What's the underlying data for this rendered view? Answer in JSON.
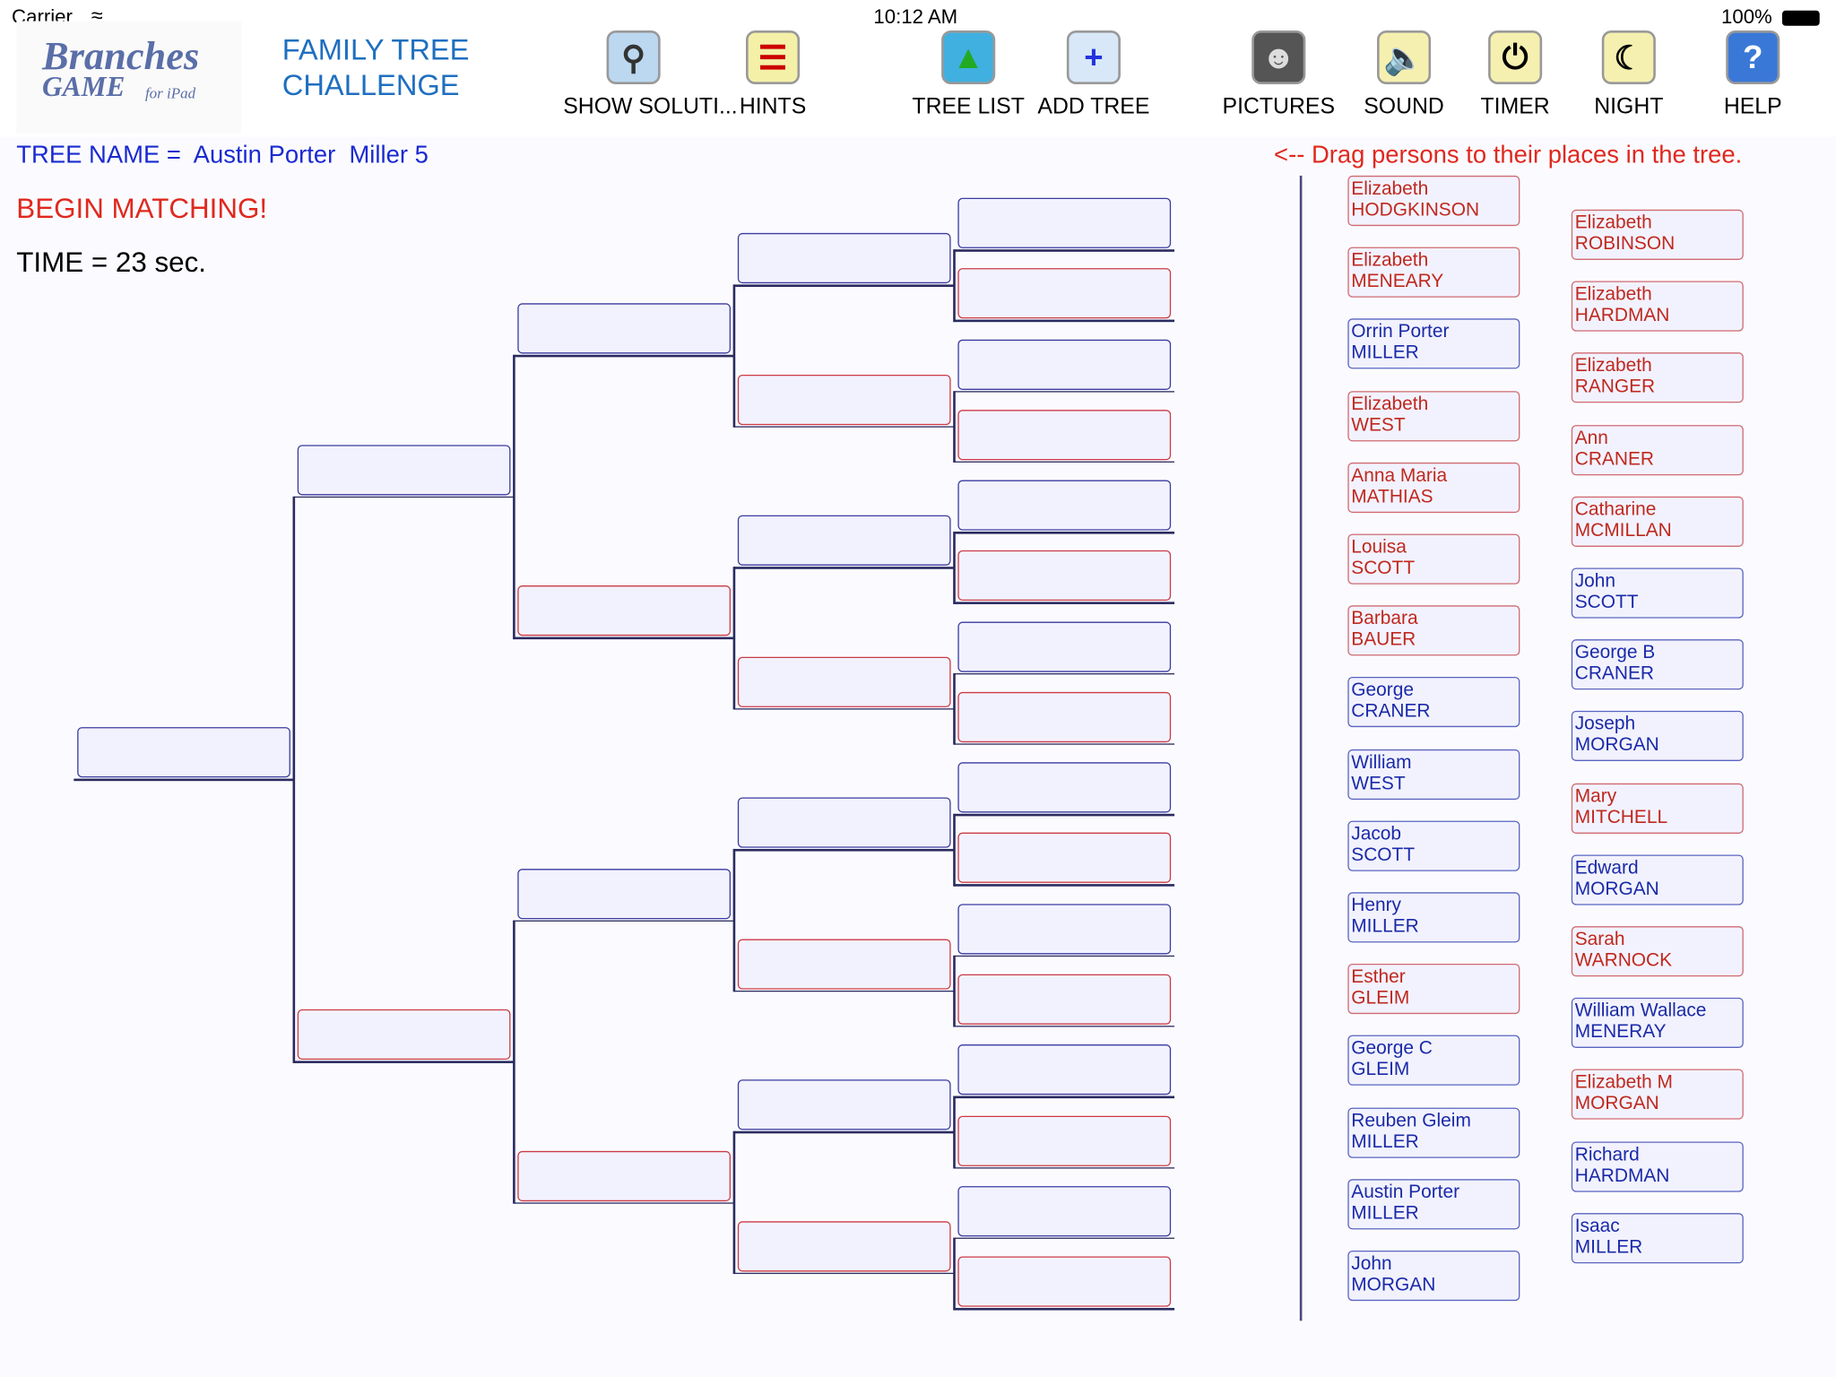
{
  "status_bar": {
    "carrier": "Carrier",
    "time": "10:12 AM",
    "battery": "100%"
  },
  "logo": {
    "line1": "Branches",
    "line2": "GAME",
    "line3": "for iPad"
  },
  "header": {
    "title_line1": "FAMILY TREE",
    "title_line2": "CHALLENGE"
  },
  "toolbar": [
    {
      "label": "SHOW SOLUTI...",
      "icon": "magnifier-icon"
    },
    {
      "label": "HINTS",
      "icon": "hints-icon"
    },
    {
      "label": "TREE LIST",
      "icon": "tree-list-icon"
    },
    {
      "label": "ADD TREE",
      "icon": "plus-icon"
    },
    {
      "label": "PICTURES",
      "icon": "portrait-icon"
    },
    {
      "label": "SOUND",
      "icon": "speaker-icon"
    },
    {
      "label": "TIMER",
      "icon": "power-timer-icon"
    },
    {
      "label": "NIGHT",
      "icon": "night-moon-icon"
    },
    {
      "label": "HELP",
      "icon": "question-icon"
    }
  ],
  "tree_name_label": "TREE NAME =  Austin Porter  Miller 5",
  "instruction": "<-- Drag persons to their places in the tree.",
  "begin_message": "BEGIN MATCHING!",
  "timer_text": "TIME = 23 sec.",
  "colors": {
    "male": "#1a2aa8",
    "female": "#c0281e",
    "accent": "#1f6fc0"
  },
  "persons_col1": [
    {
      "first": "Elizabeth",
      "last": "HODGKINSON",
      "sex": "f"
    },
    {
      "first": "Elizabeth",
      "last": "MENEARY",
      "sex": "f"
    },
    {
      "first": "Orrin Porter",
      "last": "MILLER",
      "sex": "m"
    },
    {
      "first": "Elizabeth",
      "last": "WEST",
      "sex": "f"
    },
    {
      "first": "Anna Maria",
      "last": "MATHIAS",
      "sex": "f"
    },
    {
      "first": "Louisa",
      "last": "SCOTT",
      "sex": "f"
    },
    {
      "first": "Barbara",
      "last": "BAUER",
      "sex": "f"
    },
    {
      "first": "George",
      "last": "CRANER",
      "sex": "m"
    },
    {
      "first": "William",
      "last": "WEST",
      "sex": "m"
    },
    {
      "first": "Jacob",
      "last": "SCOTT",
      "sex": "m"
    },
    {
      "first": "Henry",
      "last": "MILLER",
      "sex": "m"
    },
    {
      "first": "Esther",
      "last": "GLEIM",
      "sex": "f"
    },
    {
      "first": "George C",
      "last": "GLEIM",
      "sex": "m"
    },
    {
      "first": "Reuben Gleim",
      "last": "MILLER",
      "sex": "m"
    },
    {
      "first": "Austin Porter",
      "last": "MILLER",
      "sex": "m"
    },
    {
      "first": "John",
      "last": "MORGAN",
      "sex": "m"
    }
  ],
  "persons_col2": [
    {
      "first": "Elizabeth",
      "last": "ROBINSON",
      "sex": "f"
    },
    {
      "first": "Elizabeth",
      "last": "HARDMAN",
      "sex": "f"
    },
    {
      "first": "Elizabeth",
      "last": "RANGER",
      "sex": "f"
    },
    {
      "first": "Ann",
      "last": "CRANER",
      "sex": "f"
    },
    {
      "first": "Catharine",
      "last": "MCMILLAN",
      "sex": "f"
    },
    {
      "first": "John",
      "last": "SCOTT",
      "sex": "m"
    },
    {
      "first": "George B",
      "last": "CRANER",
      "sex": "m"
    },
    {
      "first": "Joseph",
      "last": "MORGAN",
      "sex": "m"
    },
    {
      "first": "Mary",
      "last": "MITCHELL",
      "sex": "f"
    },
    {
      "first": "Edward",
      "last": "MORGAN",
      "sex": "m"
    },
    {
      "first": "Sarah",
      "last": "WARNOCK",
      "sex": "f"
    },
    {
      "first": "William Wallace",
      "last": "MENERAY",
      "sex": "m"
    },
    {
      "first": "Elizabeth M",
      "last": "MORGAN",
      "sex": "f"
    },
    {
      "first": "Richard",
      "last": "HARDMAN",
      "sex": "m"
    },
    {
      "first": "Isaac",
      "last": "MILLER",
      "sex": "m"
    }
  ]
}
